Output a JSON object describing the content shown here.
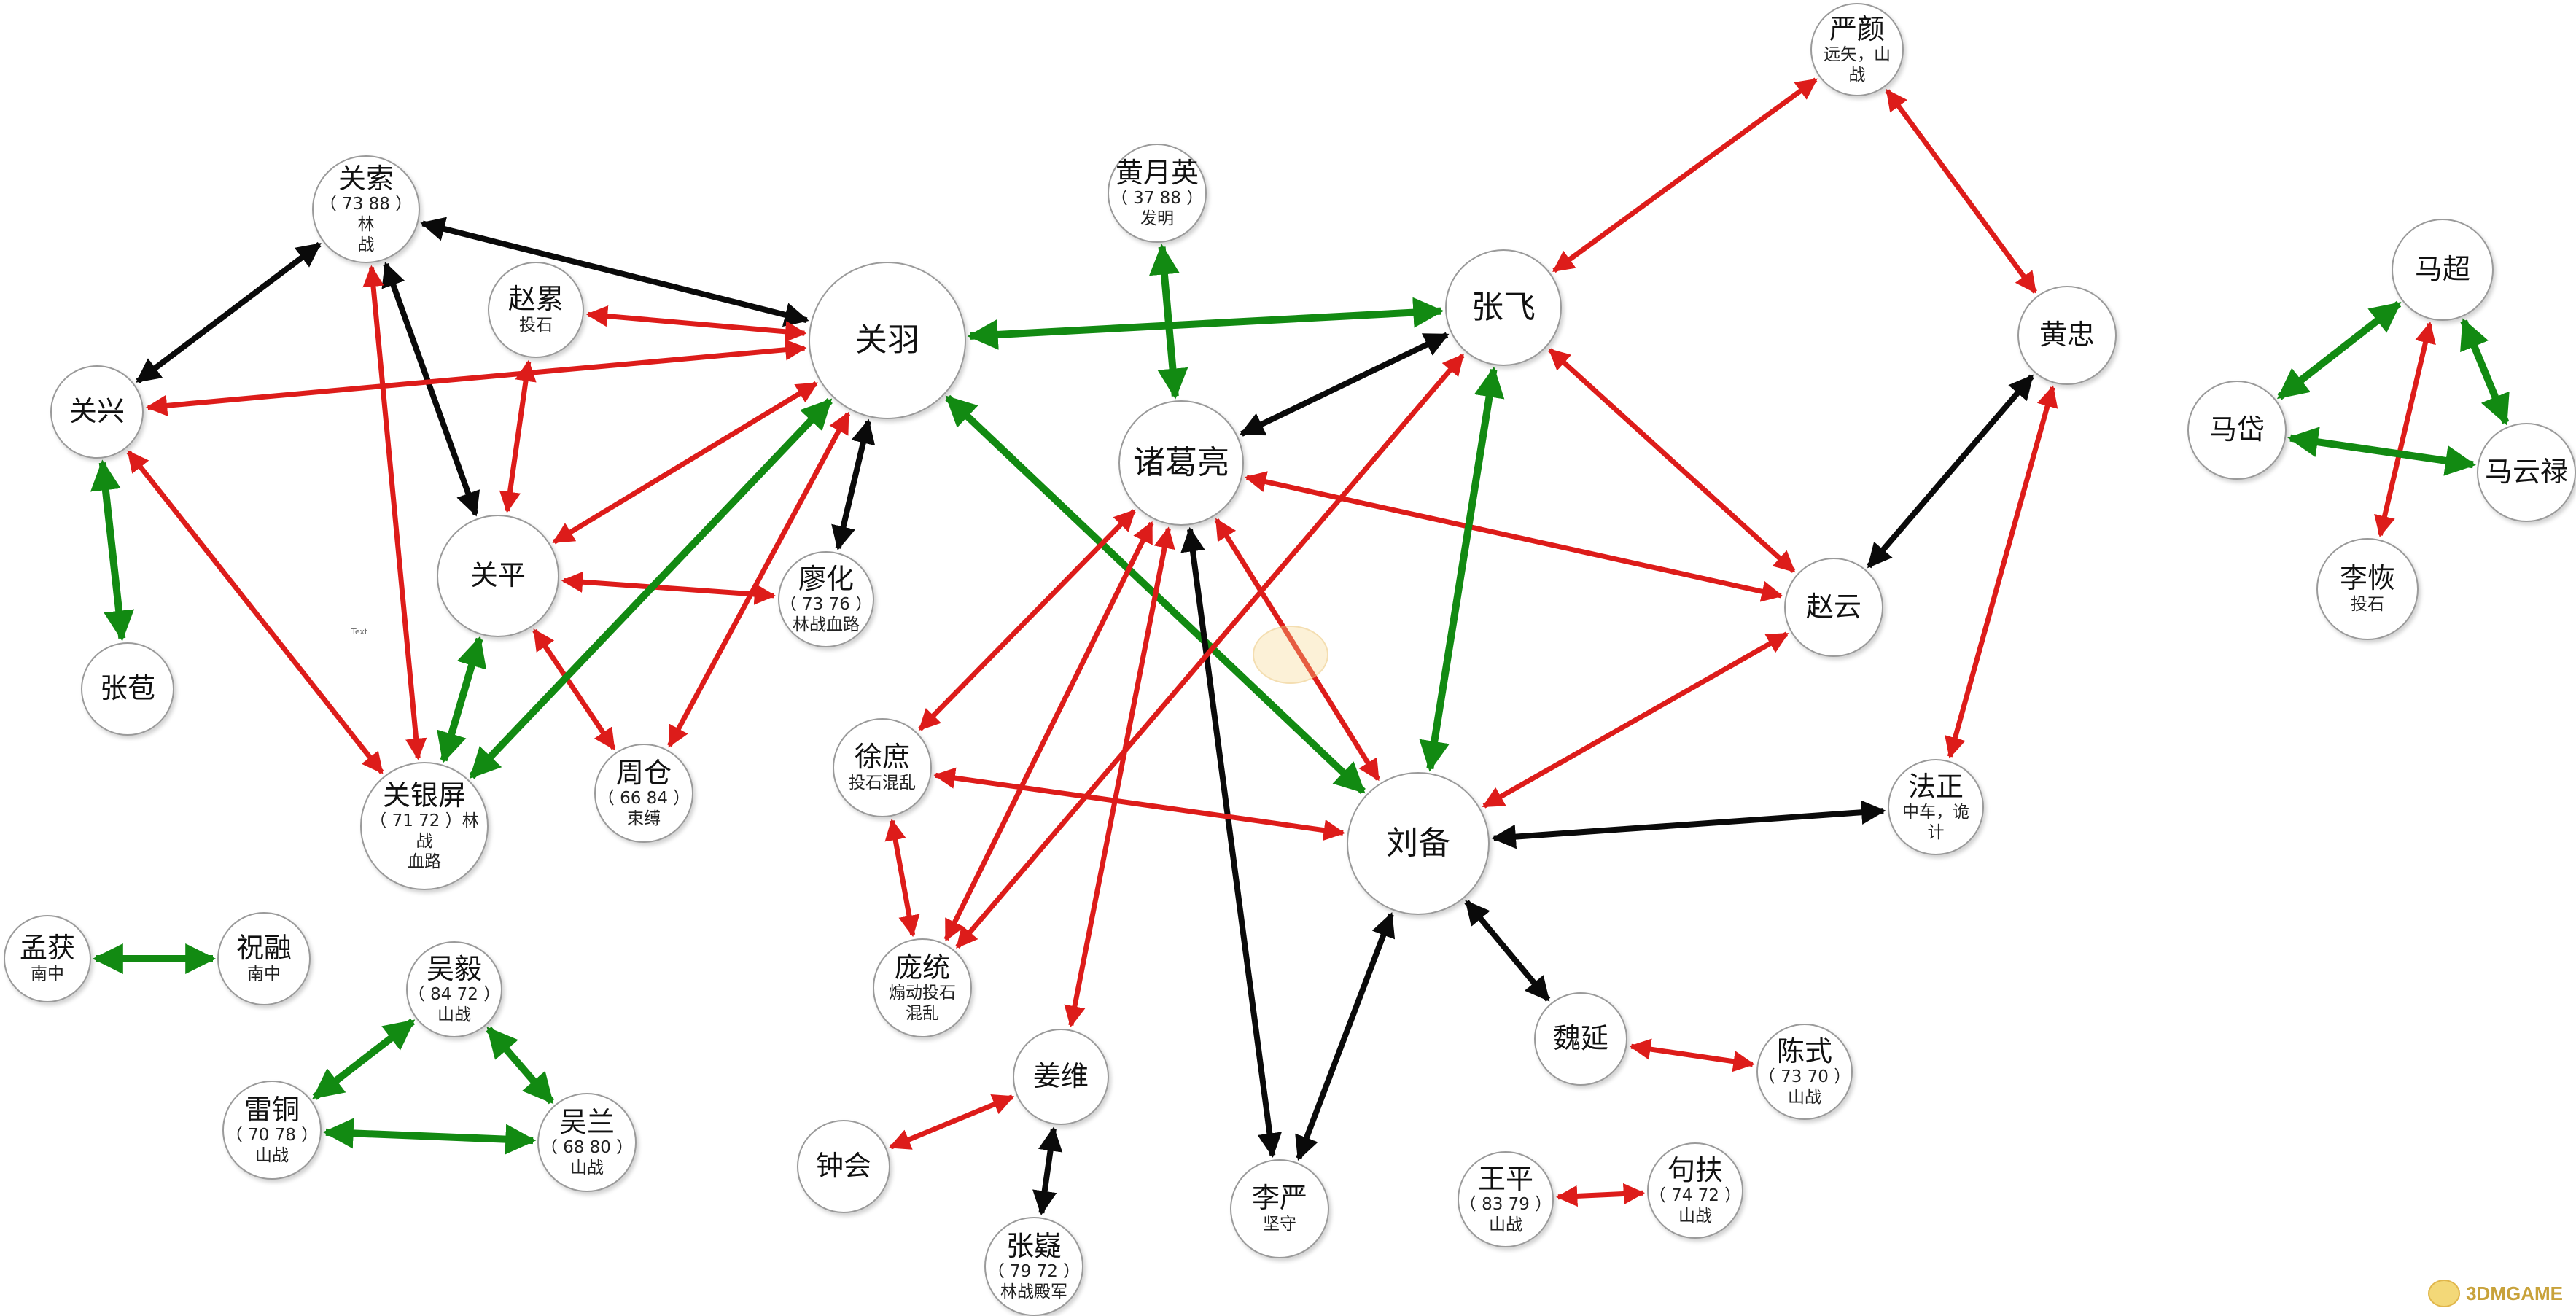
{
  "colors": {
    "red": "#dd1c1a",
    "green": "#128a12",
    "black": "#0a0a0a",
    "node_border": "#9a9a9a"
  },
  "nodes": [
    {
      "id": "guansuo",
      "name": "关索",
      "stats": "（ 73 88 ）林",
      "note": "战"
    },
    {
      "id": "guanxing",
      "name": "关兴"
    },
    {
      "id": "zhangbao",
      "name": "张苞"
    },
    {
      "id": "zhaolei",
      "name": "赵累",
      "note": "投石"
    },
    {
      "id": "guanping",
      "name": "关平"
    },
    {
      "id": "guanyu",
      "name": "关羽"
    },
    {
      "id": "liaohua",
      "name": "廖化",
      "stats": "（ 73 76 ）",
      "note": "林战血路"
    },
    {
      "id": "guanyinping",
      "name": "关银屏",
      "stats": "（ 71 72 ）林战",
      "note": "血路"
    },
    {
      "id": "zhoucang",
      "name": "周仓",
      "stats": "（ 66 84 ）",
      "note": "束缚"
    },
    {
      "id": "huangyueying",
      "name": "黄月英",
      "stats": "（ 37 88 ）",
      "note": "发明"
    },
    {
      "id": "zhugeliang",
      "name": "诸葛亮"
    },
    {
      "id": "xushu",
      "name": "徐庶",
      "note": "投石混乱"
    },
    {
      "id": "pangtong",
      "name": "庞统",
      "note": "煽动投石混乱"
    },
    {
      "id": "zhangfei",
      "name": "张飞"
    },
    {
      "id": "liubei",
      "name": "刘备"
    },
    {
      "id": "zhaoyun",
      "name": "赵云"
    },
    {
      "id": "yanyan",
      "name": "严颜",
      "note": "远矢，山战"
    },
    {
      "id": "huangzhong",
      "name": "黄忠"
    },
    {
      "id": "fazheng",
      "name": "法正",
      "note": "中车，诡计"
    },
    {
      "id": "weiyan",
      "name": "魏延"
    },
    {
      "id": "chenshi",
      "name": "陈式",
      "stats": "（ 73 70 ）",
      "note": "山战"
    },
    {
      "id": "wangping",
      "name": "王平",
      "stats": "（ 83 79 ）",
      "note": "山战"
    },
    {
      "id": "goufu",
      "name": "句扶",
      "stats": "（ 74 72 ）",
      "note": "山战"
    },
    {
      "id": "liyan",
      "name": "李严",
      "note": "坚守"
    },
    {
      "id": "jiangwei",
      "name": "姜维"
    },
    {
      "id": "zhonghui",
      "name": "钟会"
    },
    {
      "id": "zhangni",
      "name": "张嶷",
      "stats": "（ 79 72 ）",
      "note": "林战殿军"
    },
    {
      "id": "menghuo",
      "name": "孟获",
      "note": "南中"
    },
    {
      "id": "zhurong",
      "name": "祝融",
      "note": "南中"
    },
    {
      "id": "wuyi",
      "name": "吴毅",
      "stats": "（ 84 72 ）",
      "note": "山战"
    },
    {
      "id": "leitong",
      "name": "雷铜",
      "stats": "（ 70 78 ）",
      "note": "山战"
    },
    {
      "id": "wulan",
      "name": "吴兰",
      "stats": "（ 68 80 ）",
      "note": "山战"
    },
    {
      "id": "machao",
      "name": "马超"
    },
    {
      "id": "madai",
      "name": "马岱"
    },
    {
      "id": "mayunlu",
      "name": "马云禄"
    },
    {
      "id": "lihui",
      "name": "李恢",
      "note": "投石"
    }
  ],
  "edges": [
    {
      "from": "guansuo",
      "to": "guanxing",
      "color": "black"
    },
    {
      "from": "guansuo",
      "to": "guanyu",
      "color": "black"
    },
    {
      "from": "guansuo",
      "to": "guanping",
      "color": "black"
    },
    {
      "from": "guansuo",
      "to": "guanyinping",
      "color": "red"
    },
    {
      "from": "guanxing",
      "to": "guanyu",
      "color": "red"
    },
    {
      "from": "guanxing",
      "to": "zhangbao",
      "color": "green"
    },
    {
      "from": "guanxing",
      "to": "guanyinping",
      "color": "red"
    },
    {
      "from": "zhaolei",
      "to": "guanyu",
      "color": "red"
    },
    {
      "from": "zhaolei",
      "to": "guanping",
      "color": "red"
    },
    {
      "from": "guanping",
      "to": "guanyu",
      "color": "red"
    },
    {
      "from": "guanping",
      "to": "liaohua",
      "color": "red"
    },
    {
      "from": "guanping",
      "to": "zhoucang",
      "color": "red"
    },
    {
      "from": "guanping",
      "to": "guanyinping",
      "color": "green"
    },
    {
      "from": "guanyu",
      "to": "liaohua",
      "color": "black"
    },
    {
      "from": "guanyu",
      "to": "zhoucang",
      "color": "red"
    },
    {
      "from": "guanyu",
      "to": "guanyinping",
      "color": "green"
    },
    {
      "from": "guanyu",
      "to": "zhangfei",
      "color": "green"
    },
    {
      "from": "guanyu",
      "to": "liubei",
      "color": "green"
    },
    {
      "from": "huangyueying",
      "to": "zhugeliang",
      "color": "green"
    },
    {
      "from": "zhugeliang",
      "to": "zhangfei",
      "color": "black"
    },
    {
      "from": "zhugeliang",
      "to": "zhaoyun",
      "color": "red"
    },
    {
      "from": "zhugeliang",
      "to": "xushu",
      "color": "red"
    },
    {
      "from": "zhugeliang",
      "to": "pangtong",
      "color": "red"
    },
    {
      "from": "zhugeliang",
      "to": "liubei",
      "color": "red"
    },
    {
      "from": "zhugeliang",
      "to": "liyan",
      "color": "black"
    },
    {
      "from": "zhugeliang",
      "to": "jiangwei",
      "color": "red"
    },
    {
      "from": "zhangfei",
      "to": "yanyan",
      "color": "red"
    },
    {
      "from": "zhangfei",
      "to": "zhaoyun",
      "color": "red"
    },
    {
      "from": "zhangfei",
      "to": "liubei",
      "color": "green"
    },
    {
      "from": "zhangfei",
      "to": "pangtong",
      "color": "red"
    },
    {
      "from": "yanyan",
      "to": "huangzhong",
      "color": "red"
    },
    {
      "from": "huangzhong",
      "to": "zhaoyun",
      "color": "black"
    },
    {
      "from": "huangzhong",
      "to": "fazheng",
      "color": "red"
    },
    {
      "from": "zhaoyun",
      "to": "liubei",
      "color": "red"
    },
    {
      "from": "xushu",
      "to": "pangtong",
      "color": "red"
    },
    {
      "from": "xushu",
      "to": "liubei",
      "color": "red"
    },
    {
      "from": "liubei",
      "to": "fazheng",
      "color": "black"
    },
    {
      "from": "liubei",
      "to": "weiyan",
      "color": "black"
    },
    {
      "from": "liubei",
      "to": "liyan",
      "color": "black"
    },
    {
      "from": "weiyan",
      "to": "chenshi",
      "color": "red"
    },
    {
      "from": "wangping",
      "to": "goufu",
      "color": "red"
    },
    {
      "from": "jiangwei",
      "to": "zhonghui",
      "color": "red"
    },
    {
      "from": "jiangwei",
      "to": "zhangni",
      "color": "black"
    },
    {
      "from": "menghuo",
      "to": "zhurong",
      "color": "green"
    },
    {
      "from": "wuyi",
      "to": "leitong",
      "color": "green"
    },
    {
      "from": "wuyi",
      "to": "wulan",
      "color": "green"
    },
    {
      "from": "leitong",
      "to": "wulan",
      "color": "green"
    },
    {
      "from": "machao",
      "to": "madai",
      "color": "green"
    },
    {
      "from": "machao",
      "to": "mayunlu",
      "color": "green"
    },
    {
      "from": "machao",
      "to": "lihui",
      "color": "red"
    },
    {
      "from": "madai",
      "to": "mayunlu",
      "color": "green"
    }
  ],
  "stray_text": "Text",
  "watermark": "3DMGAME"
}
